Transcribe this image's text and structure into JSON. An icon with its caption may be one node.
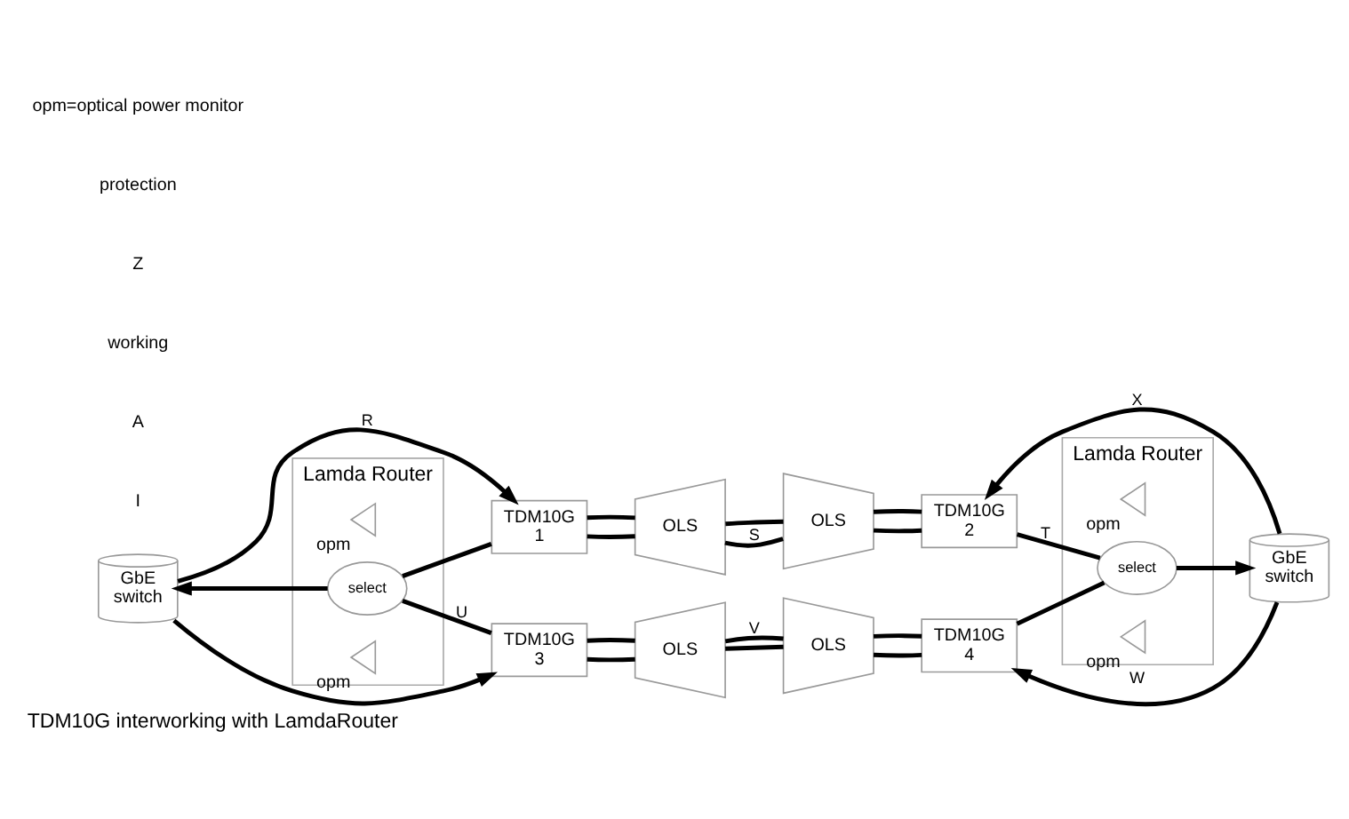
{
  "diagram": {
    "caption": "TDM10G interworking with LamdaRouter",
    "nodes": [
      {
        "text": [
          "Lamda Router"
        ]
      },
      {
        "text": [
          "TDM10G",
          "1"
        ]
      },
      {
        "text": [
          "OLS"
        ]
      },
      {
        "text": [
          "OLS"
        ]
      },
      {
        "text": [
          "TDM10G",
          "2"
        ]
      },
      {
        "text": [
          "Lamda Router"
        ]
      },
      {
        "text": [
          "GbE",
          "switch"
        ]
      },
      {
        "text": [],
        "shape": "triangle",
        "beside": [
          "opm"
        ],
        "in": 0
      },
      {
        "text": [
          "select"
        ],
        "in": 0
      },
      {
        "text": [],
        "shape": "triangle",
        "beside": [
          "opm"
        ],
        "in": 5
      },
      {
        "text": [
          "select"
        ],
        "in": 5
      },
      {
        "text": [
          "GbE",
          "switch"
        ]
      },
      {
        "text": [],
        "shape": "triangle",
        "beside": [
          "opm"
        ],
        "in": 0
      },
      {
        "text": [],
        "shape": "triangle",
        "beside": [
          "opm"
        ],
        "in": 5
      },
      {
        "text": [
          "TDM10G",
          "3"
        ]
      },
      {
        "text": [
          "OLS"
        ]
      },
      {
        "text": [
          "OLS"
        ]
      },
      {
        "text": [
          "TDM10G",
          "4"
        ]
      }
    ],
    "edges": [
      {
        "from": 6,
        "to": 1,
        "arrow": "to",
        "label": "R"
      },
      {
        "from": 6,
        "to": 14,
        "arrow": "to"
      },
      {
        "from": 8,
        "to": 6,
        "arrow": "to"
      },
      {
        "from": 1,
        "to": 8,
        "arrow": "none"
      },
      {
        "from": 14,
        "to": 8,
        "arrow": "none",
        "label": "U"
      },
      {
        "from": 1,
        "to": 2,
        "arrow": "none"
      },
      {
        "from": 1,
        "to": 2,
        "arrow": "none"
      },
      {
        "from": 2,
        "to": 3,
        "arrow": "none"
      },
      {
        "from": 2,
        "to": 3,
        "arrow": "none",
        "label": "S"
      },
      {
        "from": 3,
        "to": 4,
        "arrow": "none"
      },
      {
        "from": 3,
        "to": 4,
        "arrow": "none"
      },
      {
        "from": 14,
        "to": 15,
        "arrow": "none"
      },
      {
        "from": 14,
        "to": 15,
        "arrow": "none"
      },
      {
        "from": 15,
        "to": 16,
        "arrow": "none",
        "label": "V"
      },
      {
        "from": 15,
        "to": 16,
        "arrow": "none"
      },
      {
        "from": 16,
        "to": 17,
        "arrow": "none"
      },
      {
        "from": 16,
        "to": 17,
        "arrow": "none"
      },
      {
        "from": 11,
        "to": 4,
        "arrow": "to",
        "label": "X"
      },
      {
        "from": 11,
        "to": 17,
        "arrow": "to",
        "label": "W"
      },
      {
        "from": 4,
        "to": 10,
        "arrow": "none",
        "label": "T"
      },
      {
        "from": 17,
        "to": 10,
        "arrow": "none"
      },
      {
        "from": 10,
        "to": 11,
        "arrow": "to"
      }
    ],
    "labels": [
      "I",
      "A",
      "working",
      "Z",
      "protection",
      "opm=optical power monitor"
    ]
  }
}
